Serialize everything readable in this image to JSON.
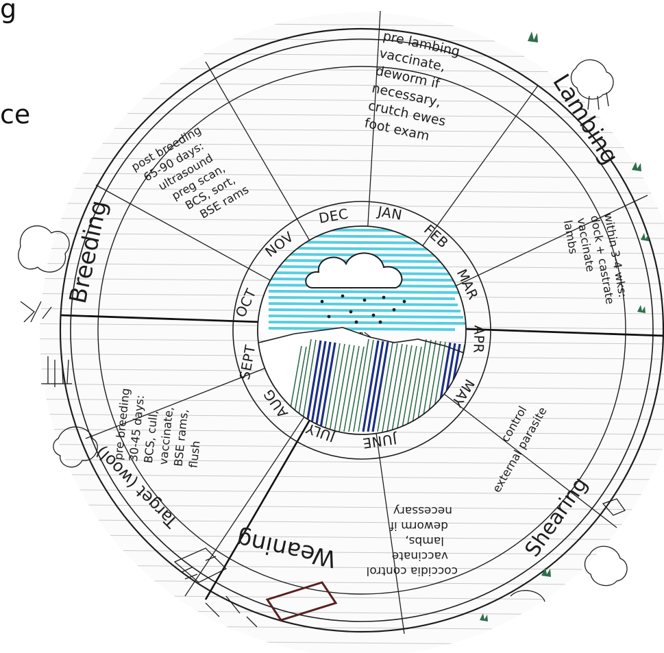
{
  "slide_fragments": {
    "top": "g",
    "middle": "ce"
  },
  "months": [
    "JAN",
    "FEB",
    "MAR",
    "APR",
    "MAY",
    "JUNE",
    "JULY",
    "AUG",
    "SEPT",
    "OCT",
    "NOV",
    "DEC"
  ],
  "sectors": {
    "lambing": "Lambing",
    "shearing": "Shearing",
    "weaning": "Weaning",
    "breeding": "Breeding",
    "target": "Target (wool)"
  },
  "notes": {
    "prelambing": [
      "pre lambing",
      "vaccinate,",
      "deworm if",
      "necessary,",
      "crutch ewes",
      "foot exam"
    ],
    "lamb_care": [
      "within 3-4 wks:",
      "dock + castrate",
      "vaccinate",
      "lambs"
    ],
    "parasite": [
      "external parasite",
      "control"
    ],
    "weaning_care": [
      "coccidia control",
      "vaccinate",
      "lambs,",
      "deworm if",
      "necessary"
    ],
    "prebreeding": [
      "pre breeding",
      "30-45 days:",
      "BCS, cull,",
      "vaccinate,",
      "BSE rams,",
      "flush"
    ],
    "postbreeding": [
      "post breeding",
      "65-90 days:",
      "ultrasound",
      "preg scan,",
      "BCS, sort,",
      "BSE rams"
    ]
  },
  "colors": {
    "ink": "#1d1d1d",
    "sky": "#38c6dd",
    "field_dark": "#1b2f86",
    "field_green": "#2e6e4a"
  }
}
